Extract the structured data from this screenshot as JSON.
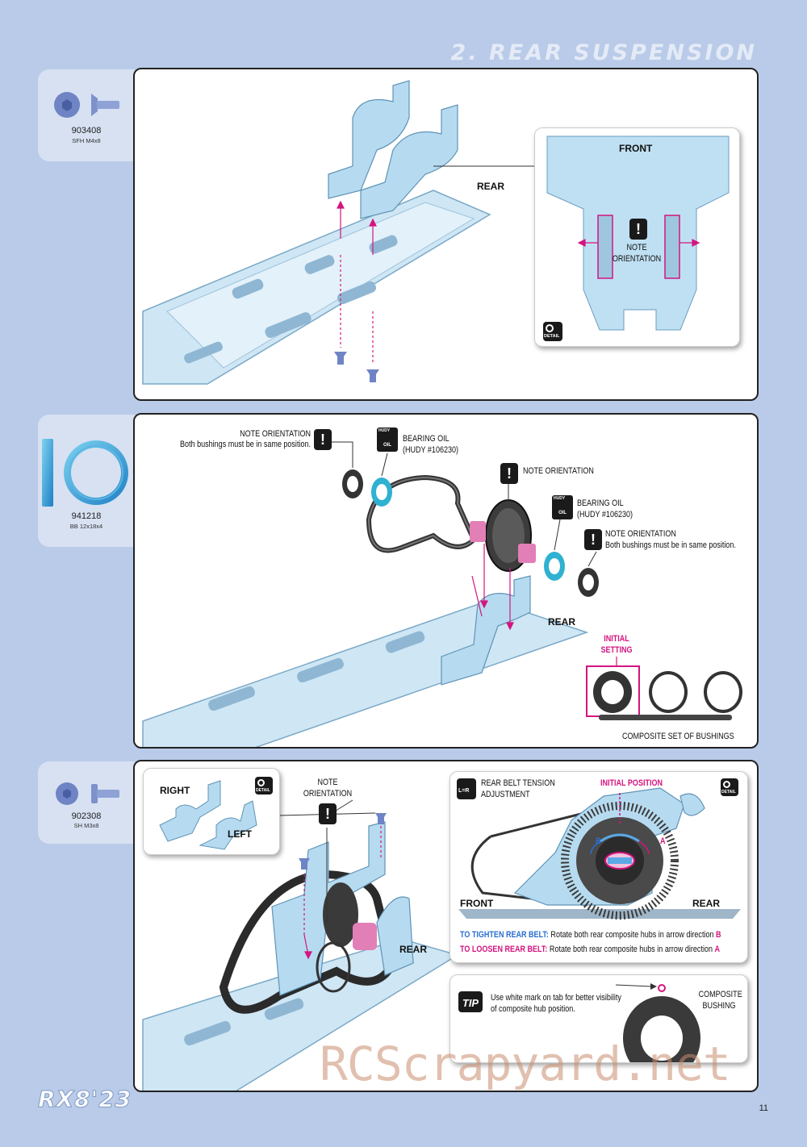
{
  "header": {
    "section_title": "2. REAR SUSPENSION"
  },
  "parts": [
    {
      "number": "903408",
      "desc": "SFH M4x8"
    },
    {
      "number": "941218",
      "desc": "BB 12x18x4"
    },
    {
      "number": "902308",
      "desc": "SH M3x8"
    }
  ],
  "panel1": {
    "rear_label": "REAR",
    "detail": {
      "front_label": "FRONT",
      "note": "NOTE\nORIENTATION",
      "detail_icon": "DETAIL"
    }
  },
  "panel2": {
    "note1_title": "NOTE ORIENTATION",
    "note1_text": "Both bushings must be in same position.",
    "oil1_title": "BEARING OIL",
    "oil1_text": "(HUDY #106230)",
    "note2_title": "NOTE ORIENTATION",
    "oil2_title": "BEARING OIL",
    "oil2_text": "(HUDY #106230)",
    "note3_title": "NOTE ORIENTATION",
    "note3_text": "Both bushings must be in same position.",
    "rear_label": "REAR",
    "initial_setting": "INITIAL\nSETTING",
    "composite_set": "COMPOSITE SET OF BUSHINGS",
    "hudy_brand": "HUDY",
    "oil_word": "OIL"
  },
  "panel3": {
    "right_label": "RIGHT",
    "left_label": "LEFT",
    "note": "NOTE\nORIENTATION",
    "rear_label": "REAR",
    "detail_icon": "DETAIL",
    "tension": {
      "title": "REAR BELT TENSION\nADJUSTMENT",
      "lr_icon": "L=R",
      "initial_position": "INITIAL POSITION",
      "a": "A",
      "b": "B",
      "front": "FRONT",
      "rear": "REAR",
      "tighten_label": "TO TIGHTEN REAR BELT:",
      "tighten_text": "Rotate both rear composite hubs in arrow direction",
      "tighten_dir": "B",
      "loosen_label": "TO LOOSEN REAR BELT:",
      "loosen_text": "Rotate both rear composite hubs in arrow direction",
      "loosen_dir": "A"
    },
    "tip": {
      "icon": "TIP",
      "text": "Use white mark on tab for better visibility\nof composite hub position.",
      "bushing": "COMPOSITE\nBUSHING"
    }
  },
  "footer": {
    "logo": "RX8'23",
    "page_number": "11",
    "watermark": "RCScrapyard.net"
  },
  "colors": {
    "background": "#b9cbe8",
    "accent_pink": "#d4147f",
    "accent_blue": "#2a6fd0",
    "part_blue": "#a9d4ec"
  }
}
